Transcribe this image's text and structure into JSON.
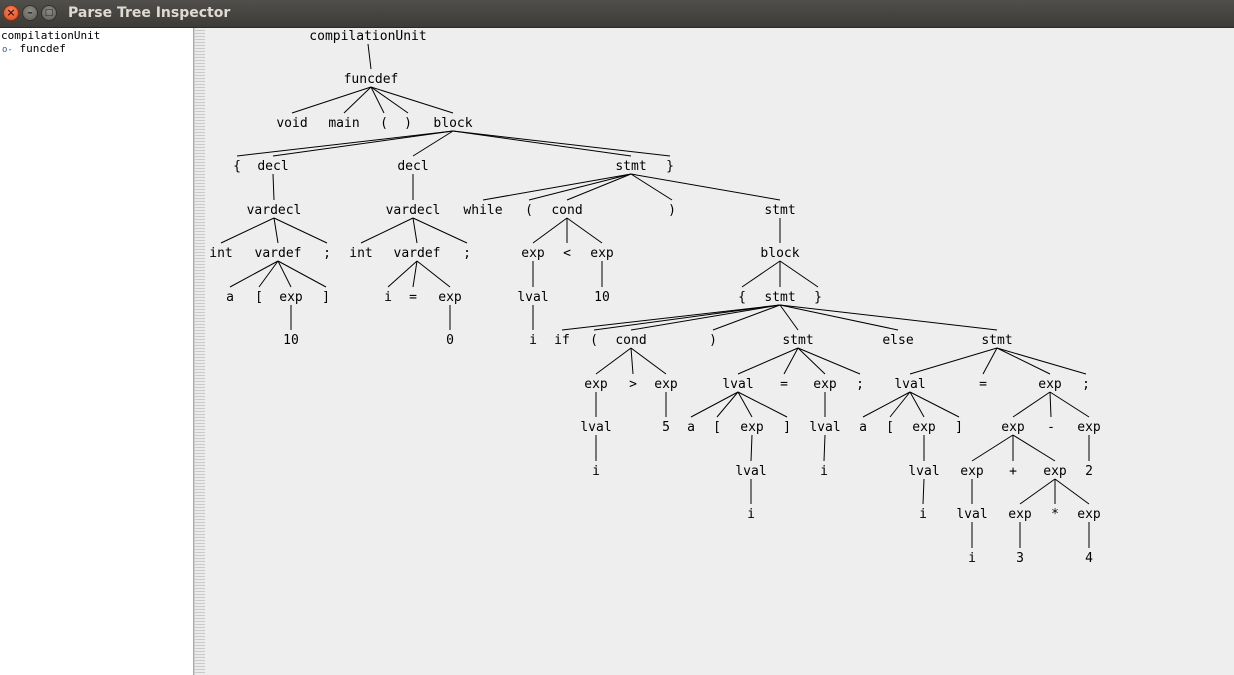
{
  "window": {
    "title": "Parse Tree Inspector"
  },
  "tree_view": {
    "root": "compilationUnit",
    "child": "funcdef"
  },
  "parse_tree": {
    "nodes": [
      {
        "id": "n0",
        "label": "compilationUnit",
        "children": [
          "n1"
        ]
      },
      {
        "id": "n1",
        "label": "funcdef",
        "children": [
          "n2",
          "n3",
          "n4",
          "n5",
          "n6"
        ]
      },
      {
        "id": "n2",
        "label": "void"
      },
      {
        "id": "n3",
        "label": "main"
      },
      {
        "id": "n4",
        "label": "("
      },
      {
        "id": "n5",
        "label": ")"
      },
      {
        "id": "n6",
        "label": "block",
        "children": [
          "n7",
          "n8",
          "n9",
          "n10",
          "n11"
        ]
      },
      {
        "id": "n7",
        "label": "{"
      },
      {
        "id": "n8",
        "label": "decl",
        "children": [
          "n12"
        ]
      },
      {
        "id": "n9",
        "label": "decl",
        "children": [
          "n13"
        ]
      },
      {
        "id": "n10",
        "label": "stmt",
        "children": [
          "n14",
          "n15",
          "n16",
          "n17",
          "n18"
        ]
      },
      {
        "id": "n11",
        "label": "}"
      },
      {
        "id": "n12",
        "label": "vardecl",
        "children": [
          "n19",
          "n20",
          "n21"
        ]
      },
      {
        "id": "n13",
        "label": "vardecl",
        "children": [
          "n22",
          "n23",
          "n24"
        ]
      },
      {
        "id": "n14",
        "label": "while"
      },
      {
        "id": "n15",
        "label": "("
      },
      {
        "id": "n16",
        "label": "cond",
        "children": [
          "n25",
          "n26",
          "n27"
        ]
      },
      {
        "id": "n17",
        "label": ")"
      },
      {
        "id": "n18",
        "label": "stmt",
        "children": [
          "n28"
        ]
      },
      {
        "id": "n19",
        "label": "int"
      },
      {
        "id": "n20",
        "label": "vardef",
        "children": [
          "n29",
          "n30",
          "n31",
          "n32"
        ]
      },
      {
        "id": "n21",
        "label": ";"
      },
      {
        "id": "n22",
        "label": "int"
      },
      {
        "id": "n23",
        "label": "vardef",
        "children": [
          "n33",
          "n34",
          "n35"
        ]
      },
      {
        "id": "n24",
        "label": ";"
      },
      {
        "id": "n25",
        "label": "exp",
        "children": [
          "n36"
        ]
      },
      {
        "id": "n26",
        "label": "<"
      },
      {
        "id": "n27",
        "label": "exp",
        "children": [
          "n37"
        ]
      },
      {
        "id": "n28",
        "label": "block",
        "children": [
          "n38",
          "n39",
          "n40"
        ]
      },
      {
        "id": "n29",
        "label": "a"
      },
      {
        "id": "n30",
        "label": "["
      },
      {
        "id": "n31",
        "label": "exp",
        "children": [
          "n41"
        ]
      },
      {
        "id": "n32",
        "label": "]"
      },
      {
        "id": "n33",
        "label": "i"
      },
      {
        "id": "n34",
        "label": "="
      },
      {
        "id": "n35",
        "label": "exp",
        "children": [
          "n42"
        ]
      },
      {
        "id": "n36",
        "label": "lval",
        "children": [
          "n43"
        ]
      },
      {
        "id": "n37",
        "label": "10"
      },
      {
        "id": "n38",
        "label": "{"
      },
      {
        "id": "n39",
        "label": "stmt",
        "children": [
          "n44",
          "n45",
          "n46",
          "n47",
          "n48",
          "n49",
          "n50"
        ]
      },
      {
        "id": "n40",
        "label": "}"
      },
      {
        "id": "n41",
        "label": "10"
      },
      {
        "id": "n42",
        "label": "0"
      },
      {
        "id": "n43",
        "label": "i"
      },
      {
        "id": "n44",
        "label": "if"
      },
      {
        "id": "n45",
        "label": "("
      },
      {
        "id": "n46",
        "label": "cond",
        "children": [
          "n51",
          "n52",
          "n53"
        ]
      },
      {
        "id": "n47",
        "label": ")"
      },
      {
        "id": "n48",
        "label": "stmt",
        "children": [
          "n54",
          "n55",
          "n56",
          "n57"
        ]
      },
      {
        "id": "n49",
        "label": "else"
      },
      {
        "id": "n50",
        "label": "stmt",
        "children": [
          "n58",
          "n59",
          "n60",
          "n61"
        ]
      },
      {
        "id": "n51",
        "label": "exp",
        "children": [
          "n62"
        ]
      },
      {
        "id": "n52",
        "label": ">"
      },
      {
        "id": "n53",
        "label": "exp",
        "children": [
          "n63"
        ]
      },
      {
        "id": "n54",
        "label": "lval",
        "children": [
          "n64",
          "n65",
          "n66",
          "n67"
        ]
      },
      {
        "id": "n55",
        "label": "="
      },
      {
        "id": "n56",
        "label": "exp",
        "children": [
          "n68"
        ]
      },
      {
        "id": "n57",
        "label": ";"
      },
      {
        "id": "n58",
        "label": "lval",
        "children": [
          "n69",
          "n70",
          "n71",
          "n72"
        ]
      },
      {
        "id": "n59",
        "label": "="
      },
      {
        "id": "n60",
        "label": "exp",
        "children": [
          "n73",
          "n74",
          "n75"
        ]
      },
      {
        "id": "n61",
        "label": ";"
      },
      {
        "id": "n62",
        "label": "lval",
        "children": [
          "n76"
        ]
      },
      {
        "id": "n63",
        "label": "5"
      },
      {
        "id": "n64",
        "label": "a"
      },
      {
        "id": "n65",
        "label": "["
      },
      {
        "id": "n66",
        "label": "exp",
        "children": [
          "n77"
        ]
      },
      {
        "id": "n67",
        "label": "]"
      },
      {
        "id": "n68",
        "label": "lval",
        "children": [
          "n78"
        ]
      },
      {
        "id": "n69",
        "label": "a"
      },
      {
        "id": "n70",
        "label": "["
      },
      {
        "id": "n71",
        "label": "exp",
        "children": [
          "n79"
        ]
      },
      {
        "id": "n72",
        "label": "]"
      },
      {
        "id": "n73",
        "label": "exp",
        "children": [
          "n80",
          "n81",
          "n82"
        ]
      },
      {
        "id": "n74",
        "label": "-"
      },
      {
        "id": "n75",
        "label": "exp",
        "children": [
          "n83"
        ]
      },
      {
        "id": "n76",
        "label": "i"
      },
      {
        "id": "n77",
        "label": "lval",
        "children": [
          "n84"
        ]
      },
      {
        "id": "n78",
        "label": "i"
      },
      {
        "id": "n79",
        "label": "lval",
        "children": [
          "n85"
        ]
      },
      {
        "id": "n80",
        "label": "exp",
        "children": [
          "n86"
        ]
      },
      {
        "id": "n81",
        "label": "+"
      },
      {
        "id": "n82",
        "label": "exp",
        "children": [
          "n87",
          "n88",
          "n89"
        ]
      },
      {
        "id": "n83",
        "label": "2"
      },
      {
        "id": "n84",
        "label": "i"
      },
      {
        "id": "n85",
        "label": "i"
      },
      {
        "id": "n86",
        "label": "lval",
        "children": [
          "n90"
        ]
      },
      {
        "id": "n87",
        "label": "exp",
        "children": [
          "n91"
        ]
      },
      {
        "id": "n88",
        "label": "*"
      },
      {
        "id": "n89",
        "label": "exp",
        "children": [
          "n92"
        ]
      },
      {
        "id": "n90",
        "label": "i"
      },
      {
        "id": "n91",
        "label": "3"
      },
      {
        "id": "n92",
        "label": "4"
      }
    ]
  }
}
